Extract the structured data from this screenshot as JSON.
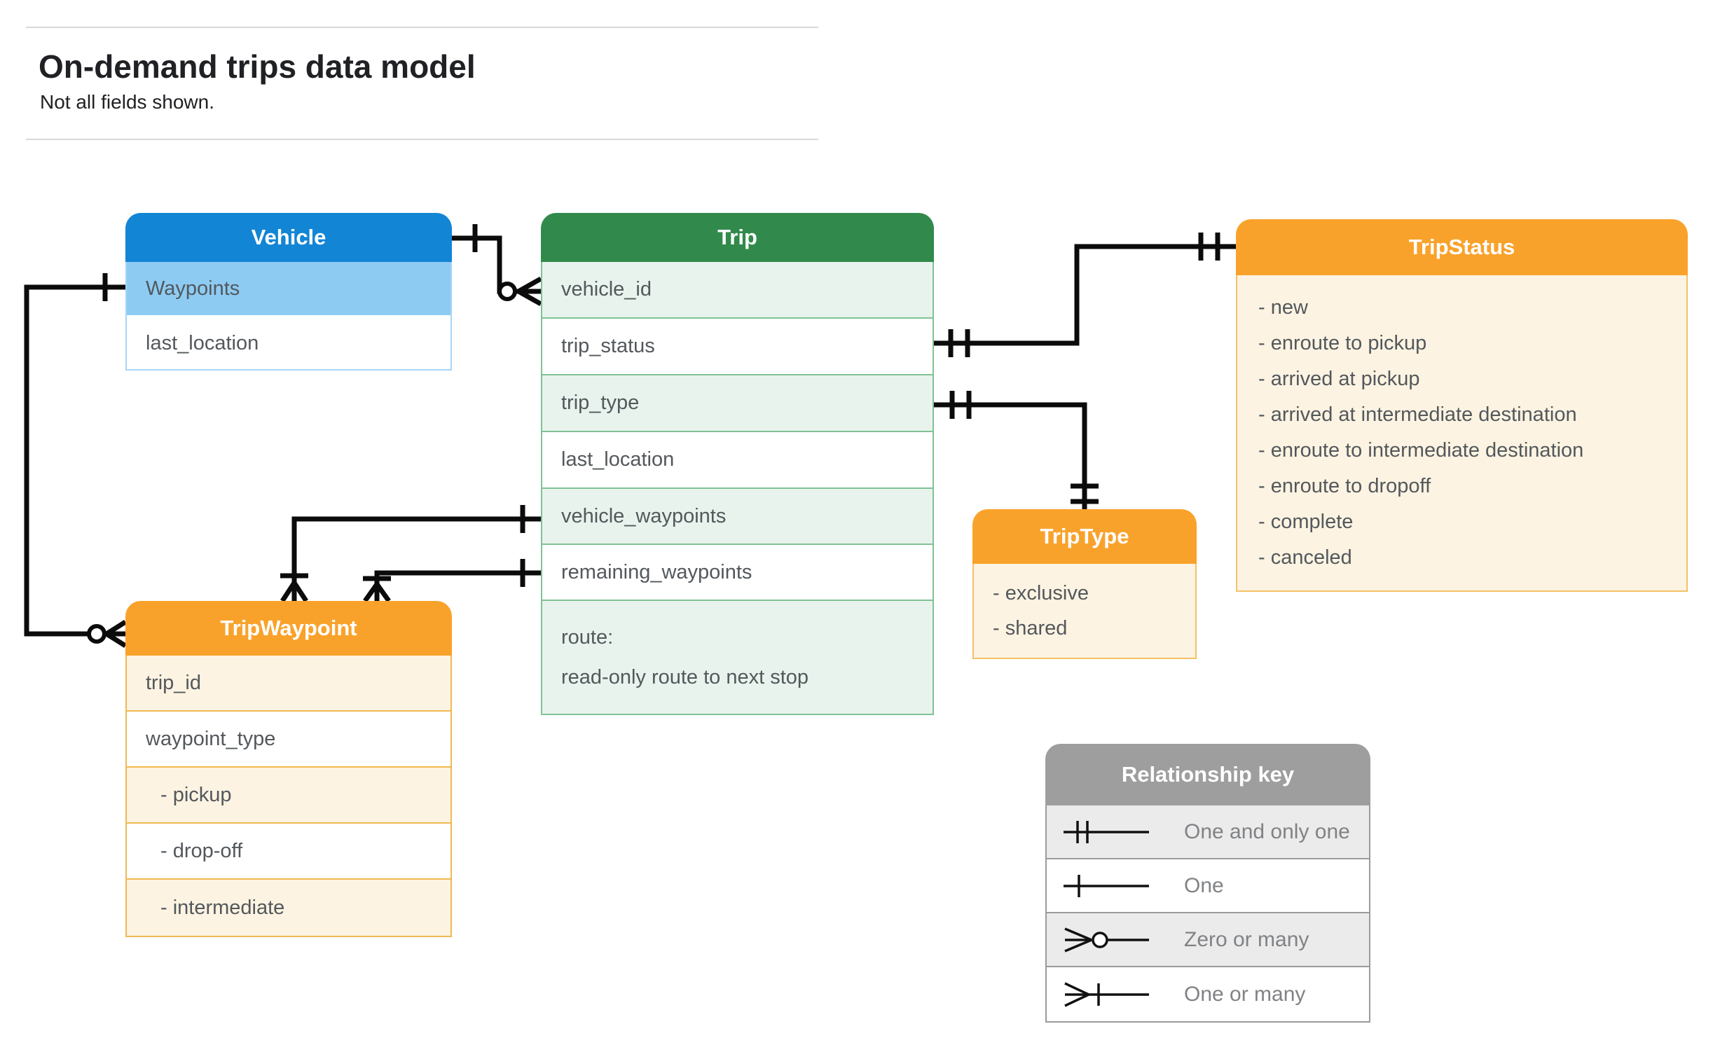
{
  "page": {
    "title": "On-demand trips data model",
    "subtitle": "Not all fields shown."
  },
  "entities": {
    "vehicle": {
      "title": "Vehicle",
      "fields": [
        "Waypoints",
        "last_location"
      ]
    },
    "trip": {
      "title": "Trip",
      "fields": [
        "vehicle_id",
        "trip_status",
        "trip_type",
        "last_location",
        "vehicle_waypoints",
        "remaining_waypoints"
      ],
      "route": [
        "route:",
        "read-only route to next stop"
      ]
    },
    "trip_status": {
      "title": "TripStatus",
      "values": [
        "- new",
        "- enroute to pickup",
        "- arrived at pickup",
        "- arrived at intermediate destination",
        "- enroute to intermediate destination",
        "- enroute to dropoff",
        "- complete",
        "- canceled"
      ]
    },
    "trip_waypoint": {
      "title": "TripWaypoint",
      "fields": [
        "trip_id",
        "waypoint_type",
        "- pickup",
        "- drop-off",
        "- intermediate"
      ]
    },
    "trip_type": {
      "title": "TripType",
      "values": [
        "- exclusive",
        "- shared"
      ]
    }
  },
  "legend": {
    "title": "Relationship key",
    "items": [
      {
        "symbol": "one-and-only-one",
        "label": "One and only one"
      },
      {
        "symbol": "one",
        "label": "One"
      },
      {
        "symbol": "zero-or-many",
        "label": "Zero or many"
      },
      {
        "symbol": "one-or-many",
        "label": "One or many"
      }
    ]
  },
  "relationships": [
    {
      "from": "Vehicle",
      "to": "Trip.vehicle_id",
      "from_marker": "one",
      "to_marker": "zero-or-many"
    },
    {
      "from": "Vehicle.Waypoints",
      "to": "TripWaypoint",
      "from_marker": "one",
      "to_marker": "zero-or-many"
    },
    {
      "from": "Trip.trip_status",
      "to": "TripStatus",
      "from_marker": "one-and-only-one",
      "to_marker": "one-and-only-one"
    },
    {
      "from": "Trip.trip_type",
      "to": "TripType",
      "from_marker": "one-and-only-one",
      "to_marker": "one-and-only-one"
    },
    {
      "from": "Trip.vehicle_waypoints",
      "to": "TripWaypoint",
      "from_marker": "one",
      "to_marker": "one-or-many"
    },
    {
      "from": "Trip.remaining_waypoints",
      "to": "TripWaypoint",
      "from_marker": "one",
      "to_marker": "one-or-many"
    }
  ],
  "colors": {
    "blue_header": "#1285d5",
    "blue_row": "#8dcbf3",
    "green_header": "#318a4b",
    "green_row": "#e9f3ed",
    "orange_header": "#f9a22b",
    "cream_row": "#fdf3e2",
    "gray_header": "#9e9e9e",
    "gray_row": "#ebebeb",
    "field_text": "#53585c",
    "connector": "#0b0b0b"
  }
}
